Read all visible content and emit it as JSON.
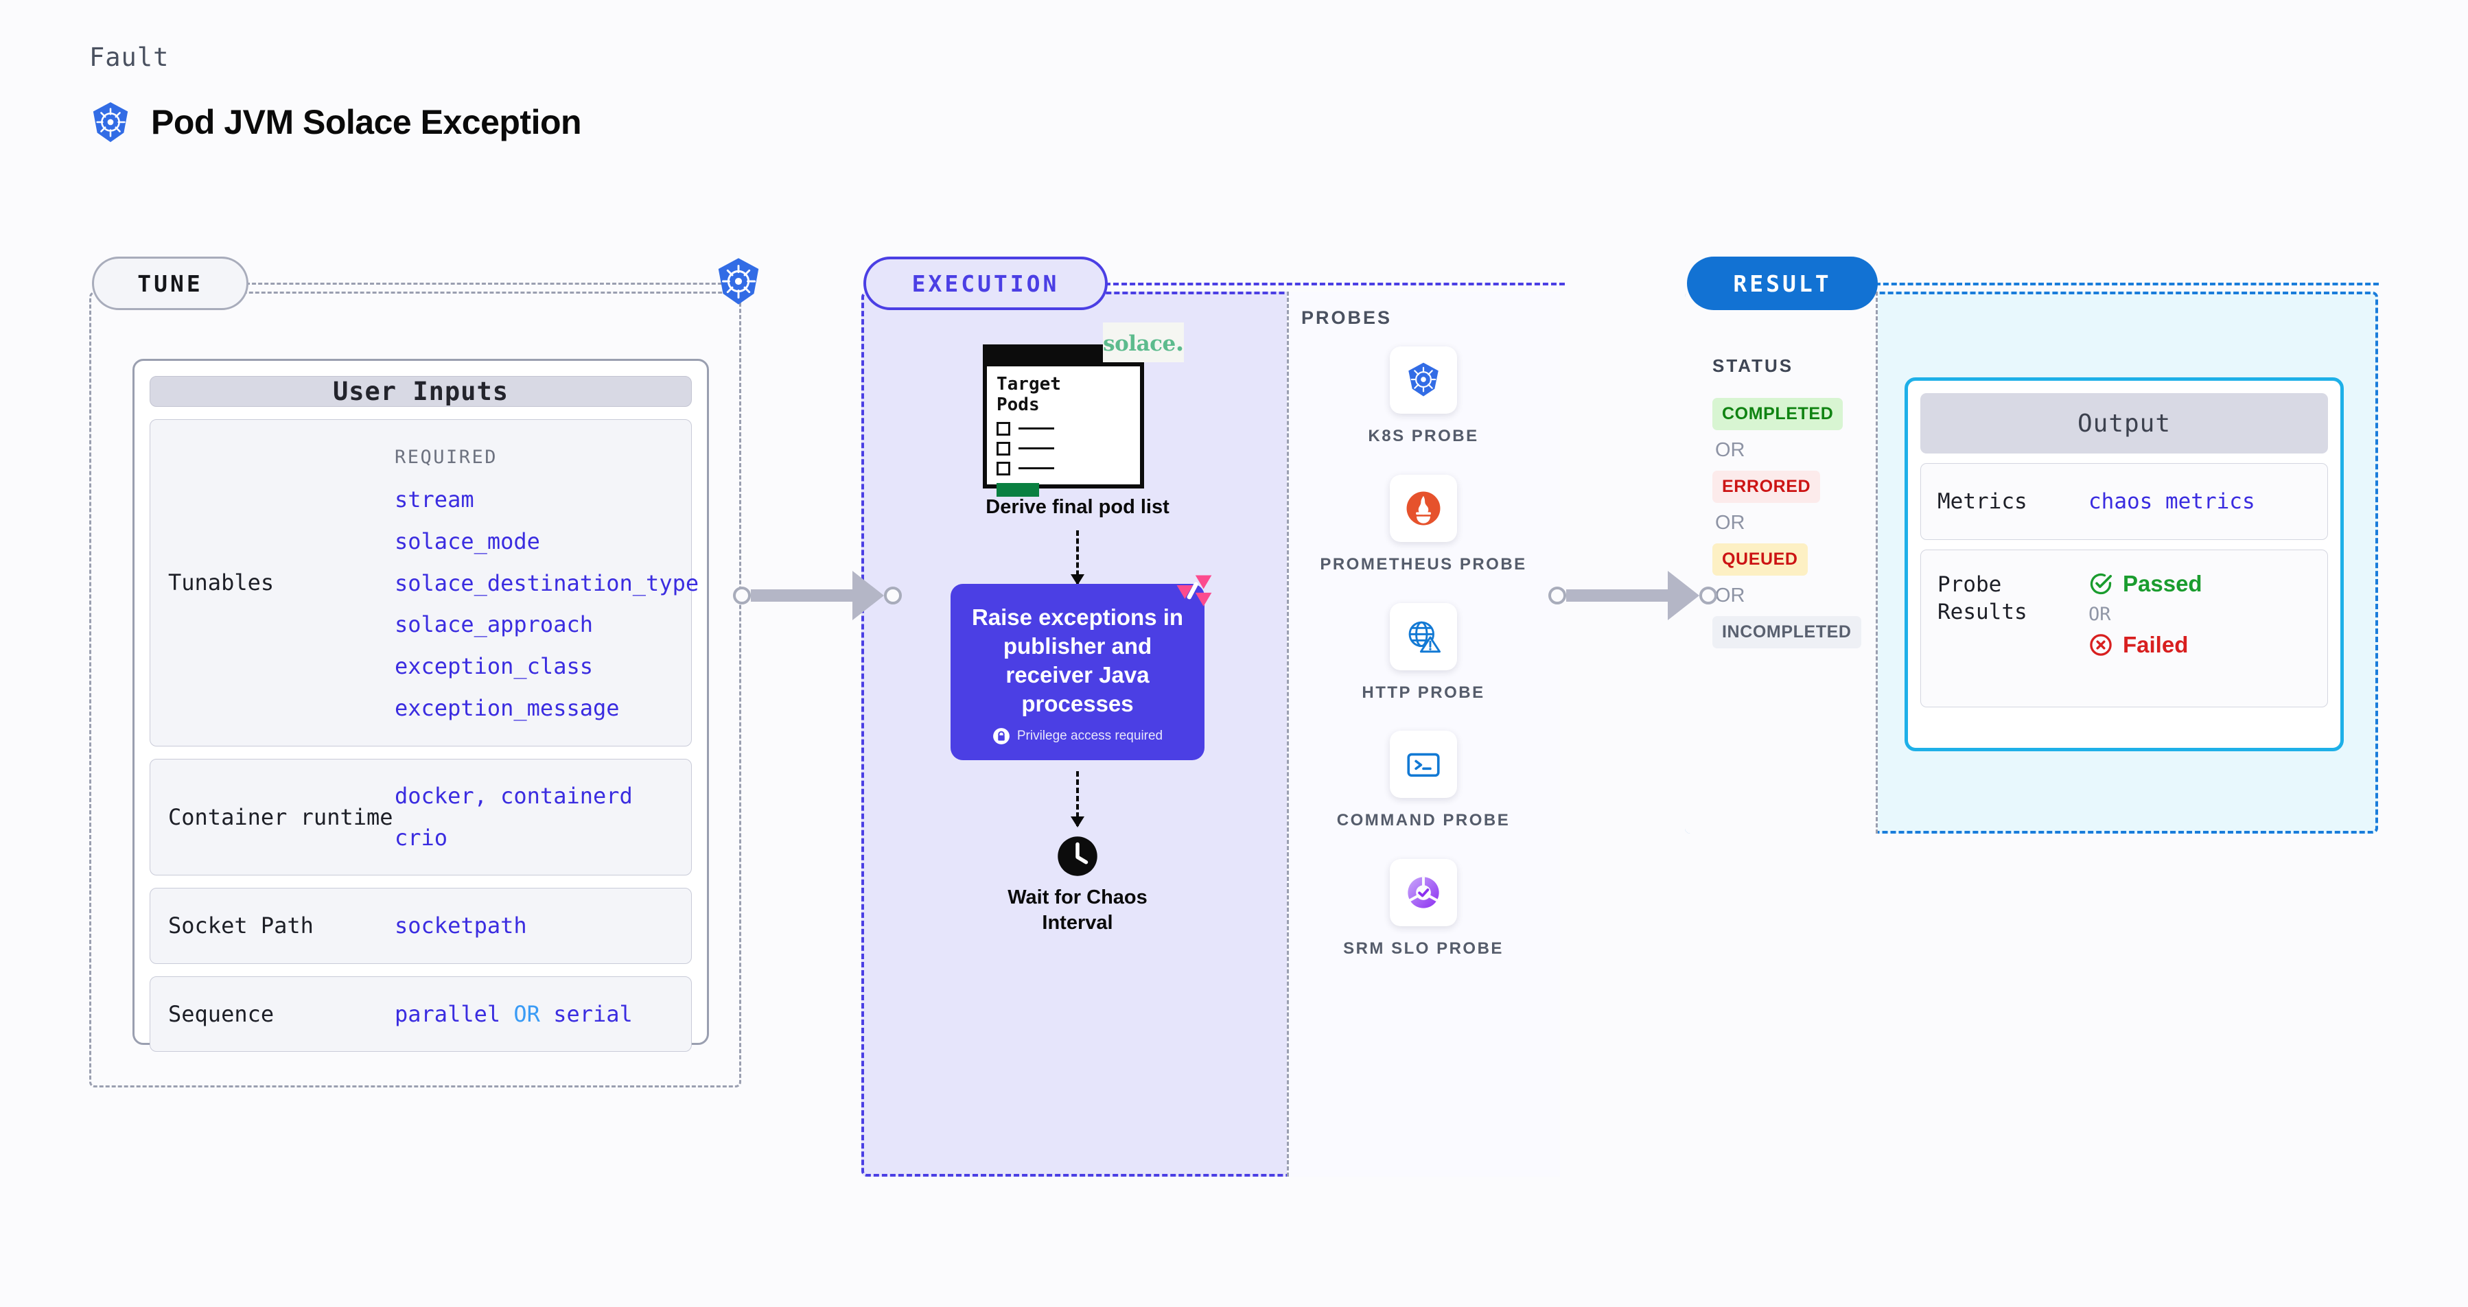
{
  "header": {
    "kicker": "Fault",
    "title": "Pod JVM Solace Exception",
    "icon": "kubernetes-icon"
  },
  "tune": {
    "badge": "TUNE",
    "icon": "kubernetes-icon",
    "card_title": "User Inputs",
    "rows": [
      {
        "label": "Tunables",
        "required_heading": "REQUIRED",
        "values": [
          "stream",
          "solace_mode",
          "solace_destination_type",
          "solace_approach",
          "exception_class",
          "exception_message"
        ]
      },
      {
        "label": "Container runtime",
        "values": [
          "docker",
          "containerd",
          "crio"
        ],
        "separator": ","
      },
      {
        "label": "Socket Path",
        "values": [
          "socketpath"
        ]
      },
      {
        "label": "Sequence",
        "values": [
          "parallel",
          "serial"
        ],
        "joiner": "OR"
      }
    ]
  },
  "execution": {
    "badge": "EXECUTION",
    "target_pods": {
      "heading_line1": "Target",
      "heading_line2": "Pods",
      "brand": "solace",
      "brand_dot": "."
    },
    "step1_caption": "Derive final pod list",
    "action_card": {
      "title": "Raise exceptions in publisher and receiver Java processes",
      "privilege_note": "Privilege access required",
      "lock_icon": "lock-icon",
      "corner_icon": "litmuschaos-icon",
      "color": "#4b3fe4"
    },
    "step3_caption_line1": "Wait for Chaos",
    "step3_caption_line2": "Interval",
    "clock_icon": "clock-icon"
  },
  "probes": {
    "title": "PROBES",
    "items": [
      {
        "label": "K8S PROBE",
        "icon": "kubernetes-icon"
      },
      {
        "label": "PROMETHEUS PROBE",
        "icon": "prometheus-icon"
      },
      {
        "label": "HTTP PROBE",
        "icon": "globe-warning-icon"
      },
      {
        "label": "COMMAND PROBE",
        "icon": "terminal-icon"
      },
      {
        "label": "SRM SLO PROBE",
        "icon": "srm-slo-icon"
      }
    ]
  },
  "result": {
    "badge": "RESULT",
    "status_title": "STATUS",
    "statuses": [
      {
        "label": "COMPLETED",
        "bg": "#d8f5d2",
        "fg": "#108312"
      },
      {
        "label": "ERRORED",
        "bg": "#fcebeb",
        "fg": "#cc1414"
      },
      {
        "label": "QUEUED",
        "bg": "#fdf0c4",
        "fg": "#cc1414"
      },
      {
        "label": "INCOMPLETED",
        "bg": "#eef0f5",
        "fg": "#59606f"
      }
    ],
    "or_label": "OR",
    "output": {
      "title": "Output",
      "metrics_label": "Metrics",
      "metrics_value": "chaos metrics",
      "probe_results_label": "Probe Results",
      "passed_label": "Passed",
      "failed_label": "Failed",
      "or_label": "OR",
      "pass_icon": "check-circle-icon",
      "fail_icon": "x-circle-icon",
      "accent": "#1eb0e8"
    }
  }
}
